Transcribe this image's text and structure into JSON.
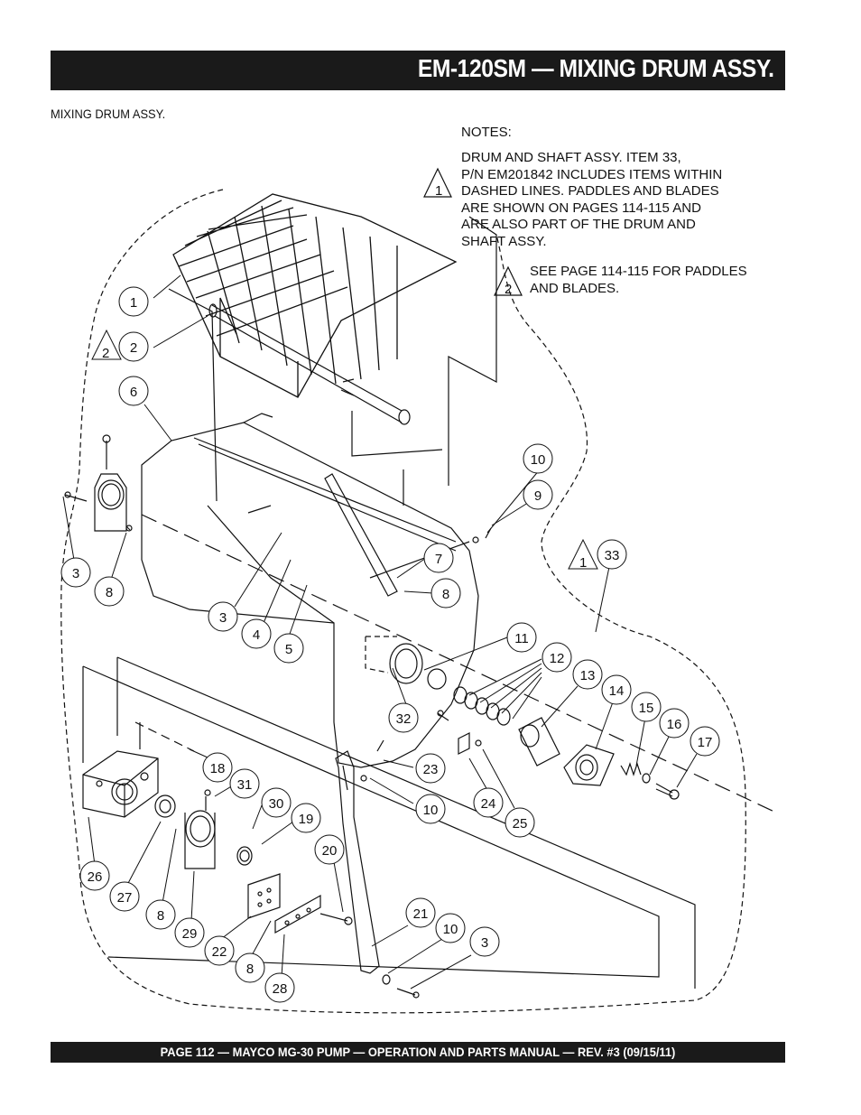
{
  "header": {
    "title": "EM-120SM — MIXING DRUM ASSY."
  },
  "subtitle": "MIXING DRUM ASSY.",
  "notes": {
    "heading": "NOTES:",
    "note1_lines": [
      "DRUM AND SHAFT ASSY. ITEM 33,",
      "P/N EM201842 INCLUDES ITEMS WITHIN",
      "DASHED LINES. PADDLES AND BLADES",
      "ARE SHOWN ON PAGES 114-115 AND",
      "ARE ALSO PART OF THE DRUM AND",
      "SHAFT ASSY."
    ],
    "note2_lines": [
      "SEE PAGE 114-115 FOR PADDLES",
      "AND BLADES."
    ],
    "note1_flag": "1",
    "note2_flag": "2"
  },
  "callouts": {
    "c1": "1",
    "c2": "2",
    "c6": "6",
    "c3a": "3",
    "c8a": "8",
    "c10a": "10",
    "c9": "9",
    "c33": "33",
    "c7": "7",
    "c8b": "8",
    "c3b": "3",
    "c4": "4",
    "c5": "5",
    "c11": "11",
    "c12": "12",
    "c13": "13",
    "c14": "14",
    "c15": "15",
    "c16": "16",
    "c17": "17",
    "c32": "32",
    "c18": "18",
    "c31": "31",
    "c30": "30",
    "c19": "19",
    "c23": "23",
    "c10b": "10",
    "c24": "24",
    "c25": "25",
    "c20": "20",
    "c26": "26",
    "c27": "27",
    "c8c": "8",
    "c29": "29",
    "c22": "22",
    "c8d": "8",
    "c28": "28",
    "c21": "21",
    "c10c": "10",
    "c3c": "3"
  },
  "flags": {
    "f2": "2",
    "f1": "1"
  },
  "footer": {
    "text": "PAGE 112 — MAYCO  MG-30 PUMP — OPERATION AND PARTS MANUAL — REV. #3 (09/15/11)"
  }
}
